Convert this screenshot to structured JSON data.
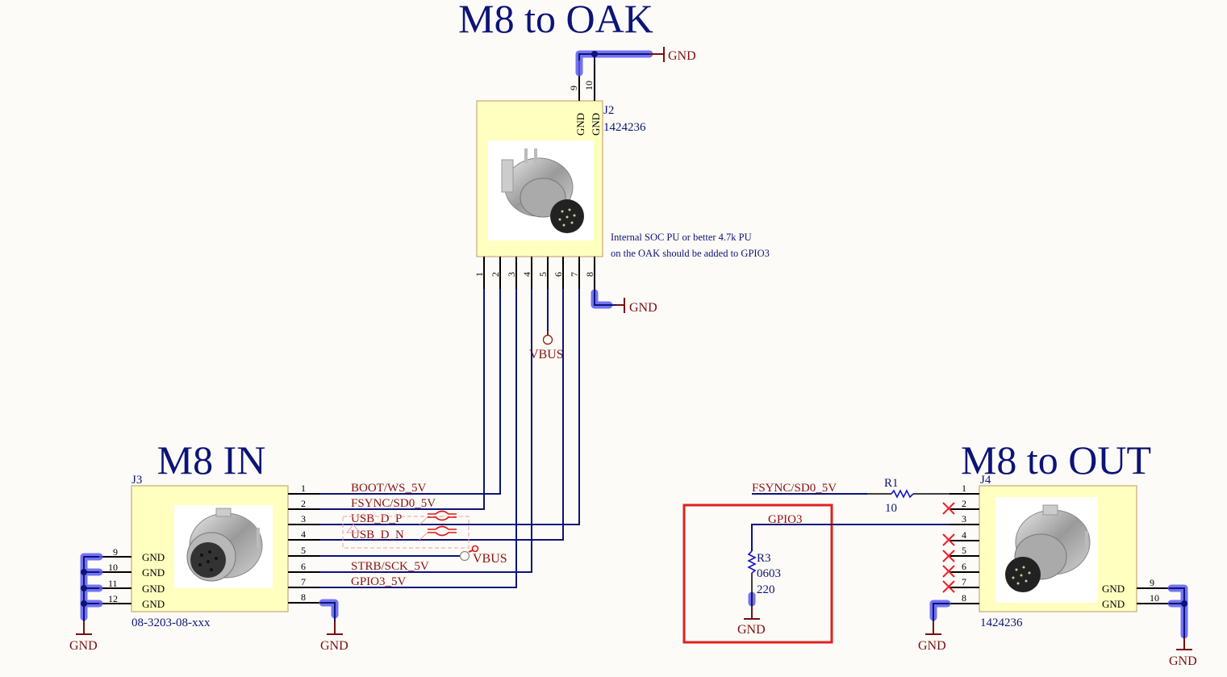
{
  "sheet": {
    "titles": {
      "oak": "M8 to OAK",
      "in": "M8 IN",
      "out": "M8 to OUT"
    },
    "note": {
      "line1": "Internal SOC PU or better 4.7k PU",
      "line2": "on the OAK should be added to GPIO3"
    },
    "colors": {
      "wire": "#0c1478",
      "net_label": "#8a1010",
      "power": "#7a0e0e",
      "highlight": "#5a5af0",
      "component_fill": "#ffffc0",
      "no_connect": "#e8202a",
      "selection_box": "#e02020"
    }
  },
  "components": {
    "J2": {
      "designator": "J2",
      "part": "1424236",
      "image_icon": "m8-male-connector-icon",
      "top_pins": [
        {
          "num": "9",
          "name": "GND"
        },
        {
          "num": "10",
          "name": "GND"
        }
      ],
      "bottom_pins": [
        "1",
        "2",
        "3",
        "4",
        "5",
        "6",
        "7",
        "8"
      ]
    },
    "J3": {
      "designator": "J3",
      "part": "08-3203-08-xxx",
      "image_icon": "m8-female-connector-icon",
      "right_pins": [
        "1",
        "2",
        "3",
        "4",
        "5",
        "6",
        "7",
        "8"
      ],
      "left_pins": [
        {
          "num": "9",
          "name": "GND"
        },
        {
          "num": "10",
          "name": "GND"
        },
        {
          "num": "11",
          "name": "GND"
        },
        {
          "num": "12",
          "name": "GND"
        }
      ]
    },
    "J4": {
      "designator": "J4",
      "part": "1424236",
      "image_icon": "m8-male-connector-icon",
      "left_pins": [
        "1",
        "2",
        "3",
        "4",
        "5",
        "6",
        "7",
        "8"
      ],
      "right_pins": [
        {
          "num": "9",
          "name": "GND"
        },
        {
          "num": "10",
          "name": "GND"
        }
      ]
    },
    "R1": {
      "designator": "R1",
      "value": "10"
    },
    "R3": {
      "designator": "R3",
      "footprint": "0603",
      "value": "220"
    }
  },
  "nets": {
    "boot": "BOOT/WS_5V",
    "fsync": "FSYNC/SD0_5V",
    "usb_p": "USB_D_P",
    "usb_n": "USB_D_N",
    "strb": "STRB/SCK_5V",
    "gpio3_5v": "GPIO3_5V",
    "fsync_out": "FSYNC/SD0_5V",
    "gpio3": "GPIO3"
  },
  "power": {
    "gnd": "GND",
    "vbus": "VBUS"
  }
}
